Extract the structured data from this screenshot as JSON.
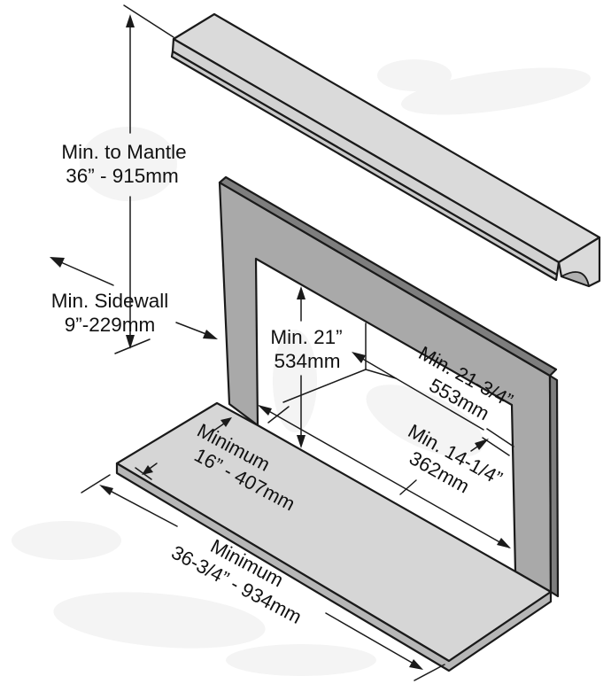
{
  "diagram": {
    "type": "fireplace-clearance-drawing",
    "labels": {
      "mantle": {
        "line1": "Min. to Mantle",
        "line2": "36” - 915mm"
      },
      "sidewall": {
        "line1": "Min. Sidewall",
        "line2": "9”-229mm"
      },
      "opening_height": {
        "line1": "Min. 21”",
        "line2": "534mm"
      },
      "opening_width": {
        "line1": "Min. 21-3/4”",
        "line2": "553mm"
      },
      "hearth_front": {
        "line1": "Min. 14-1/4”",
        "line2": "362mm"
      },
      "hearth_depth": {
        "line1": "Minimum",
        "line2": "16” - 407mm"
      },
      "hearth_width": {
        "line1": "Minimum",
        "line2": "36-3/4” - 934mm"
      }
    },
    "colors": {
      "outline": "#1a1a1a",
      "mantle_top": "#dadada",
      "mantle_front": "#d2d2d2",
      "mantle_under": "#cacaca",
      "cove_shadow": "#b0b0b0",
      "wall_face": "#a9a9a9",
      "wall_edge": "#7e7e7e",
      "hearth_top": "#d6d6d6",
      "hearth_edge": "#b7b7b7",
      "background": "#ffffff",
      "smudge": "#f4f4f4"
    }
  }
}
